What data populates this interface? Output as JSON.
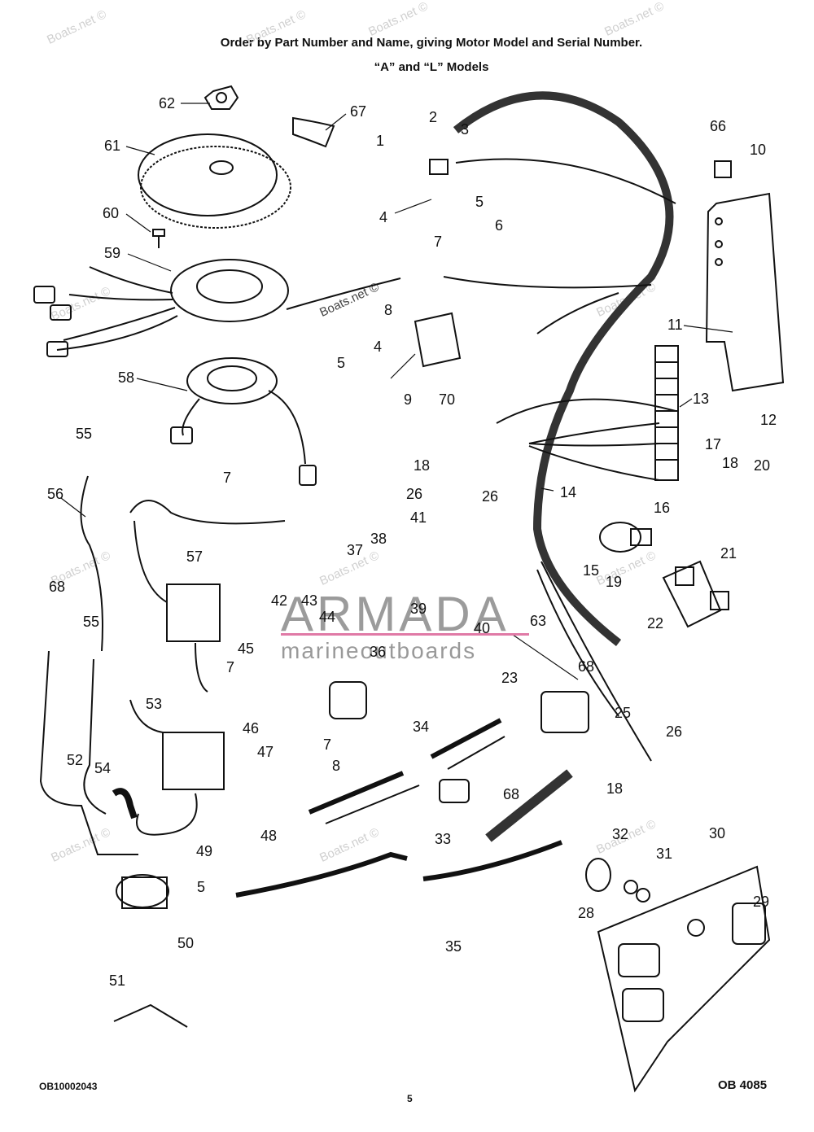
{
  "header": {
    "line1": "Order by Part Number and Name, giving Motor Model and Serial Number.",
    "line2": "“A” and “L” Models"
  },
  "footer": {
    "left": "OB10002043",
    "center": "5",
    "right": "OB 4085"
  },
  "watermark": {
    "text": "Boats.net ©",
    "brand": "ARMADA",
    "brand_sub": "marineoutboards",
    "brand_color": "#e07aa6"
  },
  "callouts": [
    "62",
    "67",
    "61",
    "1",
    "2",
    "3",
    "66",
    "10",
    "4",
    "5",
    "60",
    "59",
    "7",
    "6",
    "8",
    "11",
    "4",
    "5",
    "9",
    "70",
    "12",
    "58",
    "13",
    "17",
    "18",
    "20",
    "55",
    "56",
    "7",
    "18",
    "26",
    "26",
    "14",
    "16",
    "41",
    "38",
    "15",
    "57",
    "37",
    "21",
    "19",
    "68",
    "55",
    "42",
    "43",
    "44",
    "39",
    "40",
    "63",
    "22",
    "45",
    "36",
    "7",
    "23",
    "68",
    "53",
    "46",
    "7",
    "8",
    "34",
    "25",
    "47",
    "26",
    "52",
    "54",
    "18",
    "68",
    "33",
    "48",
    "49",
    "32",
    "30",
    "31",
    "5",
    "28",
    "29",
    "50",
    "35",
    "51"
  ]
}
